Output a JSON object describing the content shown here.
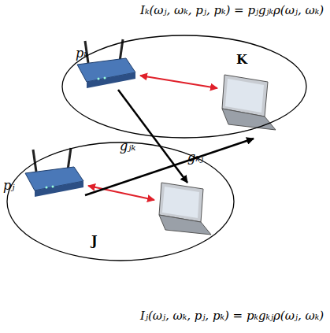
{
  "diagram": {
    "nodes": [
      {
        "text": [
          "K"
        ]
      },
      {
        "text": [
          "J"
        ]
      }
    ],
    "labels": [
      "Iₖ(ωⱼ, ωₖ, pⱼ, pₖ) = pⱼgⱼₖρ(ωⱼ, ωₖ)",
      "pₖ",
      "gₖⱼ",
      "gⱼₖ",
      "pⱼ",
      "Iⱼ(ωⱼ, ωₖ, pⱼ, pₖ) = pₖgₖⱼρ(ωⱼ, ωₖ)"
    ]
  }
}
